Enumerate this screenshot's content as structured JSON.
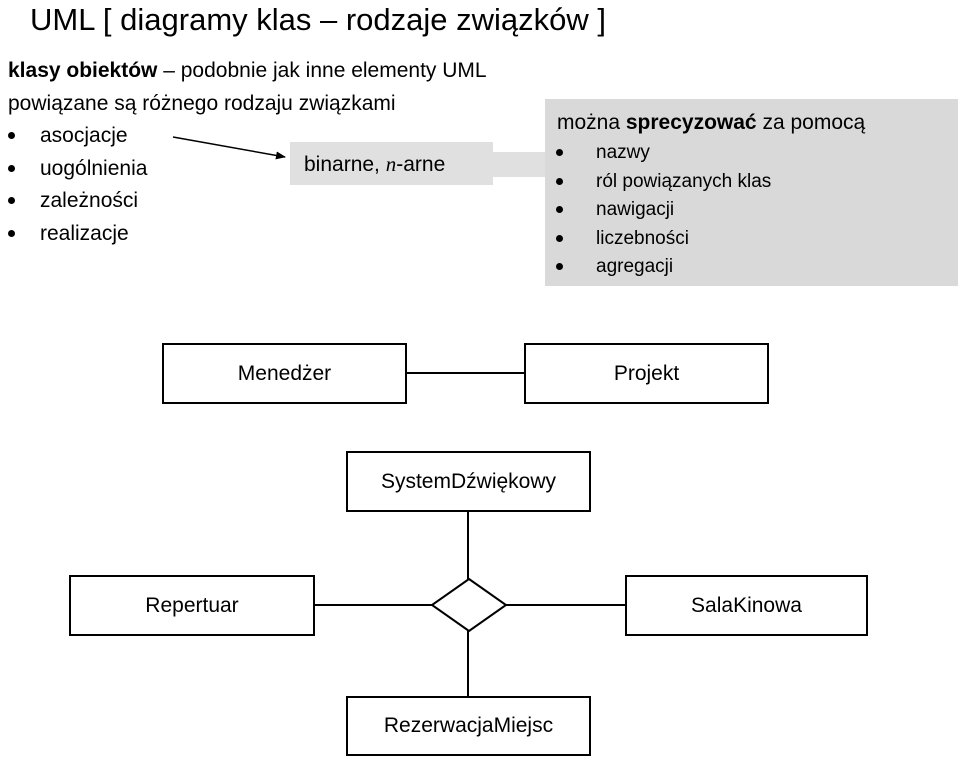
{
  "title": "UML [ diagramy klas – rodzaje związków ]",
  "intro": {
    "line1_bold": "klasy obiektów",
    "line1_rest": " – podobnie jak inne elementy UML",
    "line2": "powiązane są różnego rodzaju związkami"
  },
  "relation_kinds": [
    "asocjacje",
    "uogólnienia",
    "zależności",
    "realizacje"
  ],
  "arity": {
    "prefix": "binarne, ",
    "n": "n",
    "suffix": "-arne"
  },
  "specify": {
    "prefix": "można ",
    "bold": "sprecyzować",
    "suffix": " za pomocą",
    "items": [
      "nazwy",
      "ról powiązanych klas",
      "nawigacji",
      "liczebności",
      "agregacji"
    ]
  },
  "binary_example": {
    "left_class": "Menedżer",
    "right_class": "Projekt"
  },
  "nary_example": {
    "top_class": "SystemDźwiękowy",
    "left_class": "Repertuar",
    "right_class": "SalaKinowa",
    "bottom_class": "RezerwacjaMiejsc"
  },
  "colors": {
    "panel": "#d9d9d9",
    "arity_box": "#e0e0e0",
    "line": "#000000"
  }
}
